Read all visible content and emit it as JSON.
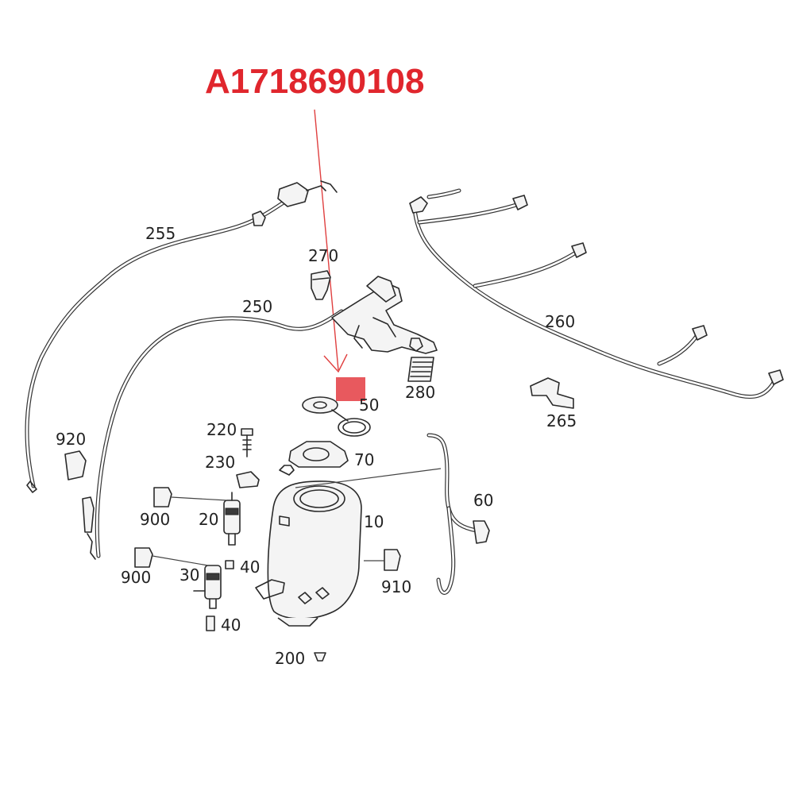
{
  "part_number": "A1718690108",
  "highlight_color": "#e8595e",
  "title_color": "#e0262d",
  "arrow_color": "#e04040",
  "labels": {
    "p10": "10",
    "p20": "20",
    "p30": "30",
    "p40a": "40",
    "p40b": "40",
    "p50": "50",
    "p60": "60",
    "p70": "70",
    "p200": "200",
    "p220": "220",
    "p230": "230",
    "p250": "250",
    "p255": "255",
    "p260": "260",
    "p265": "265",
    "p270": "270",
    "p280": "280",
    "p900a": "900",
    "p900b": "900",
    "p910": "910",
    "p920": "920"
  }
}
